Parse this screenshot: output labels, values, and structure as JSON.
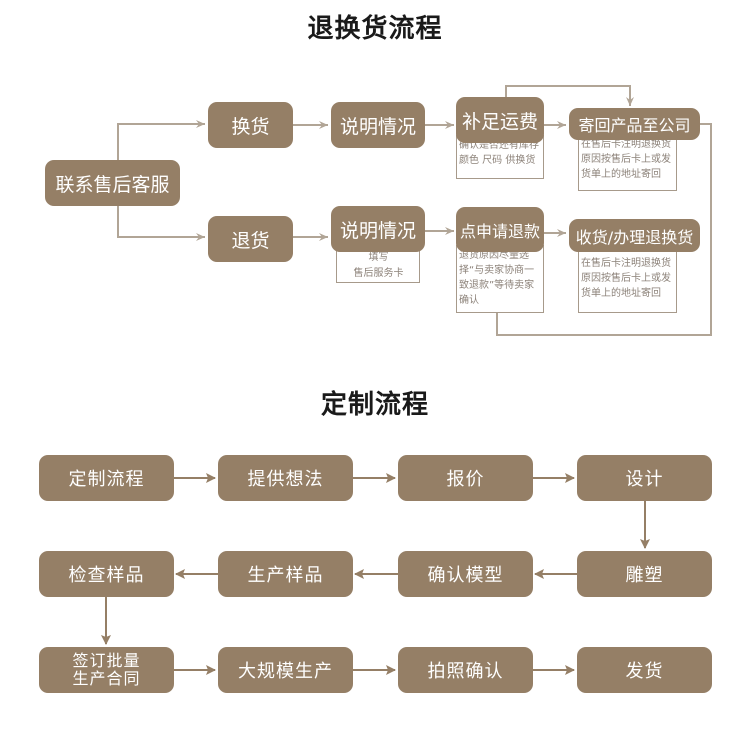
{
  "colors": {
    "box_fill": "#957f66",
    "box_text": "#ffffff",
    "connector_light": "#b1a596",
    "connector_dark": "#957f66",
    "note_text": "#8c8279",
    "title_text": "#1a1a1a"
  },
  "return_flow": {
    "title": "退换货流程",
    "start": "联系售后客服",
    "exchange": {
      "label": "换货",
      "explain": "说明情况",
      "shipping": "补足运费",
      "shipping_note": "确认是否还有库存颜色 尺码 供换货",
      "send_back": "寄回产品至公司",
      "send_back_note": "在售后卡注明退换货原因按售后卡上或发货单上的地址寄回"
    },
    "refund": {
      "label": "退货",
      "explain": "说明情况",
      "explain_note_line1": "填写",
      "explain_note_line2": "售后服务卡",
      "apply": "点申请退款",
      "apply_note": "退货原因尽量选择“与卖家协商一致退款”等待卖家确认",
      "receive": "收货/办理退换货",
      "receive_note": "在售后卡注明退换货原因按售后卡上或发货单上的地址寄回"
    }
  },
  "custom_flow": {
    "title": "定制流程",
    "steps": [
      "定制流程",
      "提供想法",
      "报价",
      "设计",
      "雕塑",
      "确认模型",
      "生产样品",
      "检查样品",
      "签订批量生产合同",
      "大规模生产",
      "拍照确认",
      "发货"
    ],
    "contract_line1": "签订批量",
    "contract_line2": "生产合同"
  }
}
